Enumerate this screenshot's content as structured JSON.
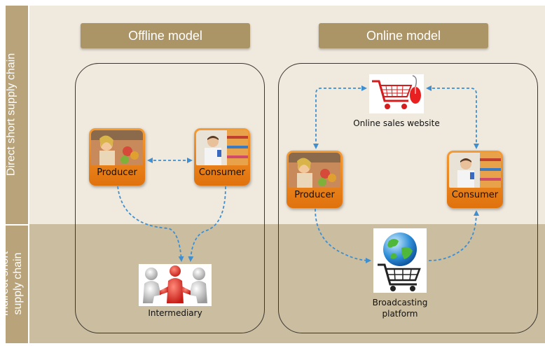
{
  "rows": {
    "direct": "Direct short supply chain",
    "indirect": "Indirect short supply chain"
  },
  "models": {
    "offline": "Offline model",
    "online": "Online model"
  },
  "offline": {
    "producer": "Producer",
    "consumer": "Consumer",
    "intermediary": "Intermediary"
  },
  "online": {
    "website": "Online sales website",
    "producer": "Producer",
    "consumer": "Consumer",
    "platform_line1": "Broadcasting",
    "platform_line2": "platform"
  },
  "colors": {
    "header_bg": "#ab9466",
    "side_bg": "#b9a37a",
    "actor_orange": "#f08a1d",
    "arrow_blue": "#3f8fd0",
    "band_light": "#efe9de",
    "band_dark": "#cbbd9f"
  }
}
